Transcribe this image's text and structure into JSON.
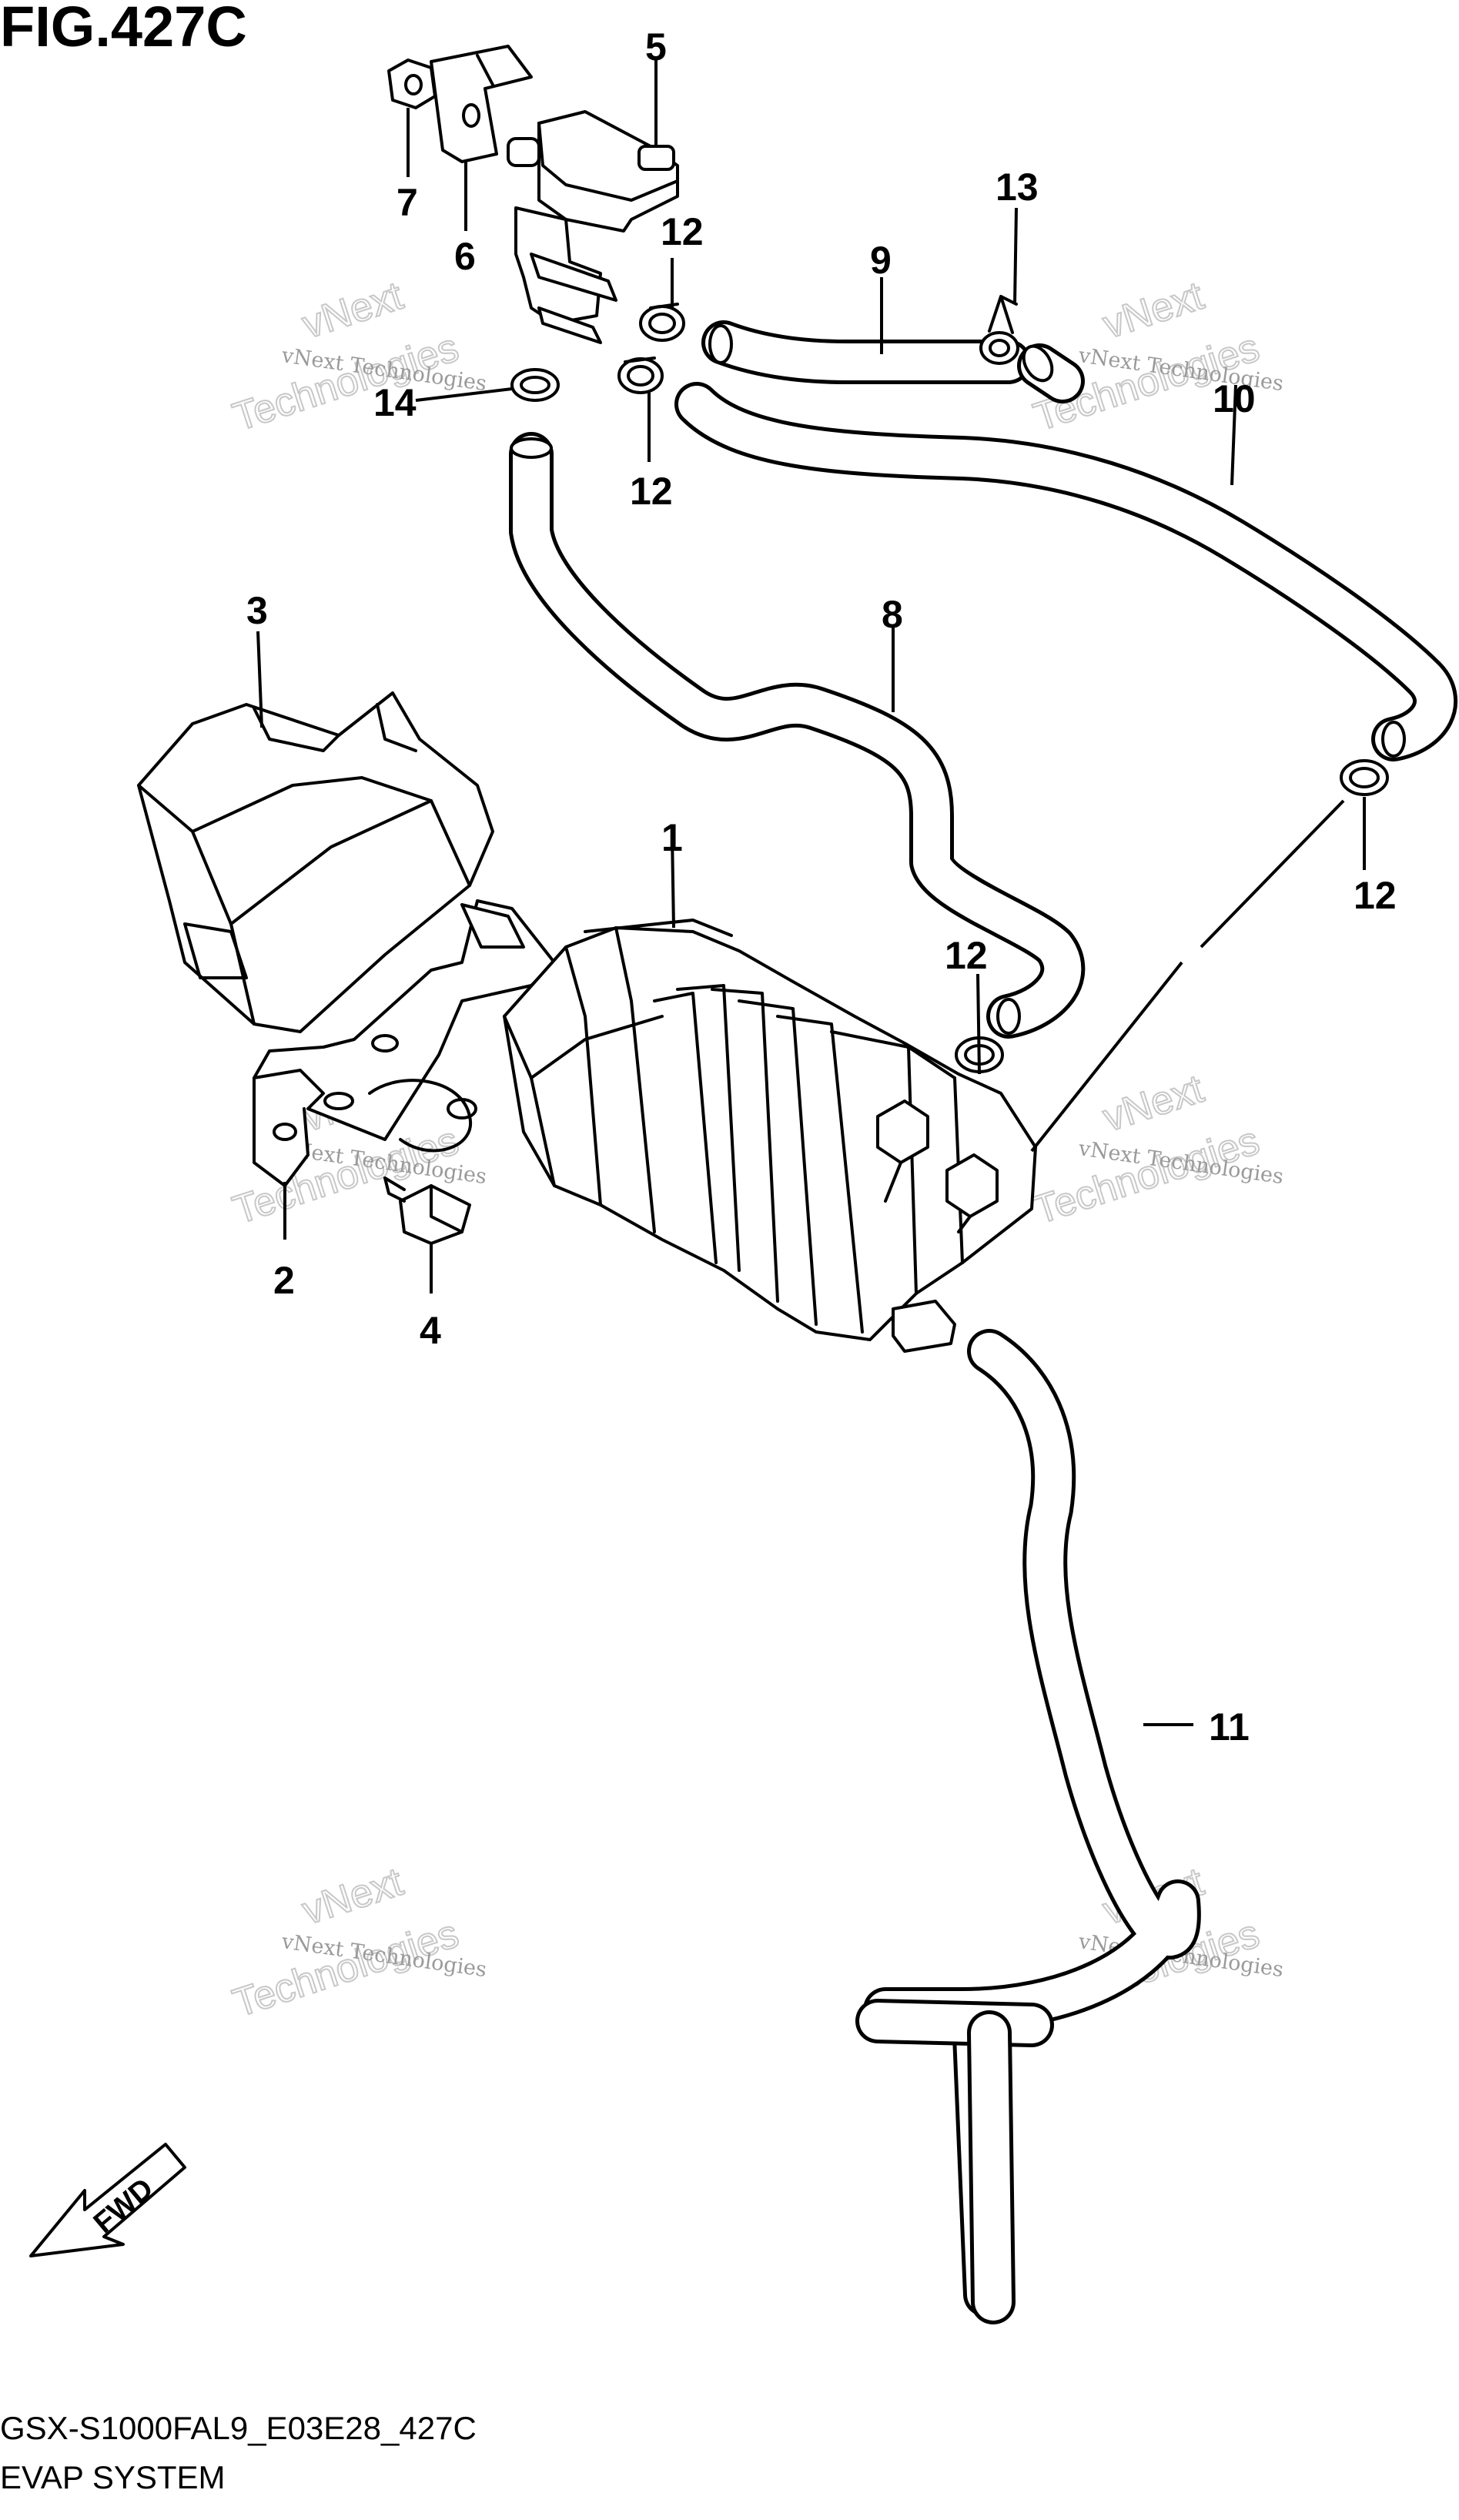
{
  "figure": {
    "title": "FIG.427C",
    "code": "GSX-S1000FAL9_E03E28_427C",
    "name": "EVAP SYSTEM"
  },
  "callouts": {
    "c1": "1",
    "c2": "2",
    "c3": "3",
    "c4": "4",
    "c5": "5",
    "c6": "6",
    "c7": "7",
    "c8": "8",
    "c9": "9",
    "c10": "10",
    "c11": "11",
    "c12a": "12",
    "c12b": "12",
    "c12c": "12",
    "c12d": "12",
    "c13": "13",
    "c14": "14"
  },
  "watermark": {
    "line_small": "vNext Technologies",
    "big_a": "vNext",
    "big_b": "Technologies"
  },
  "direction_marker": {
    "label": "FWD"
  },
  "icons": {
    "direction": "fwd-arrow-icon"
  }
}
